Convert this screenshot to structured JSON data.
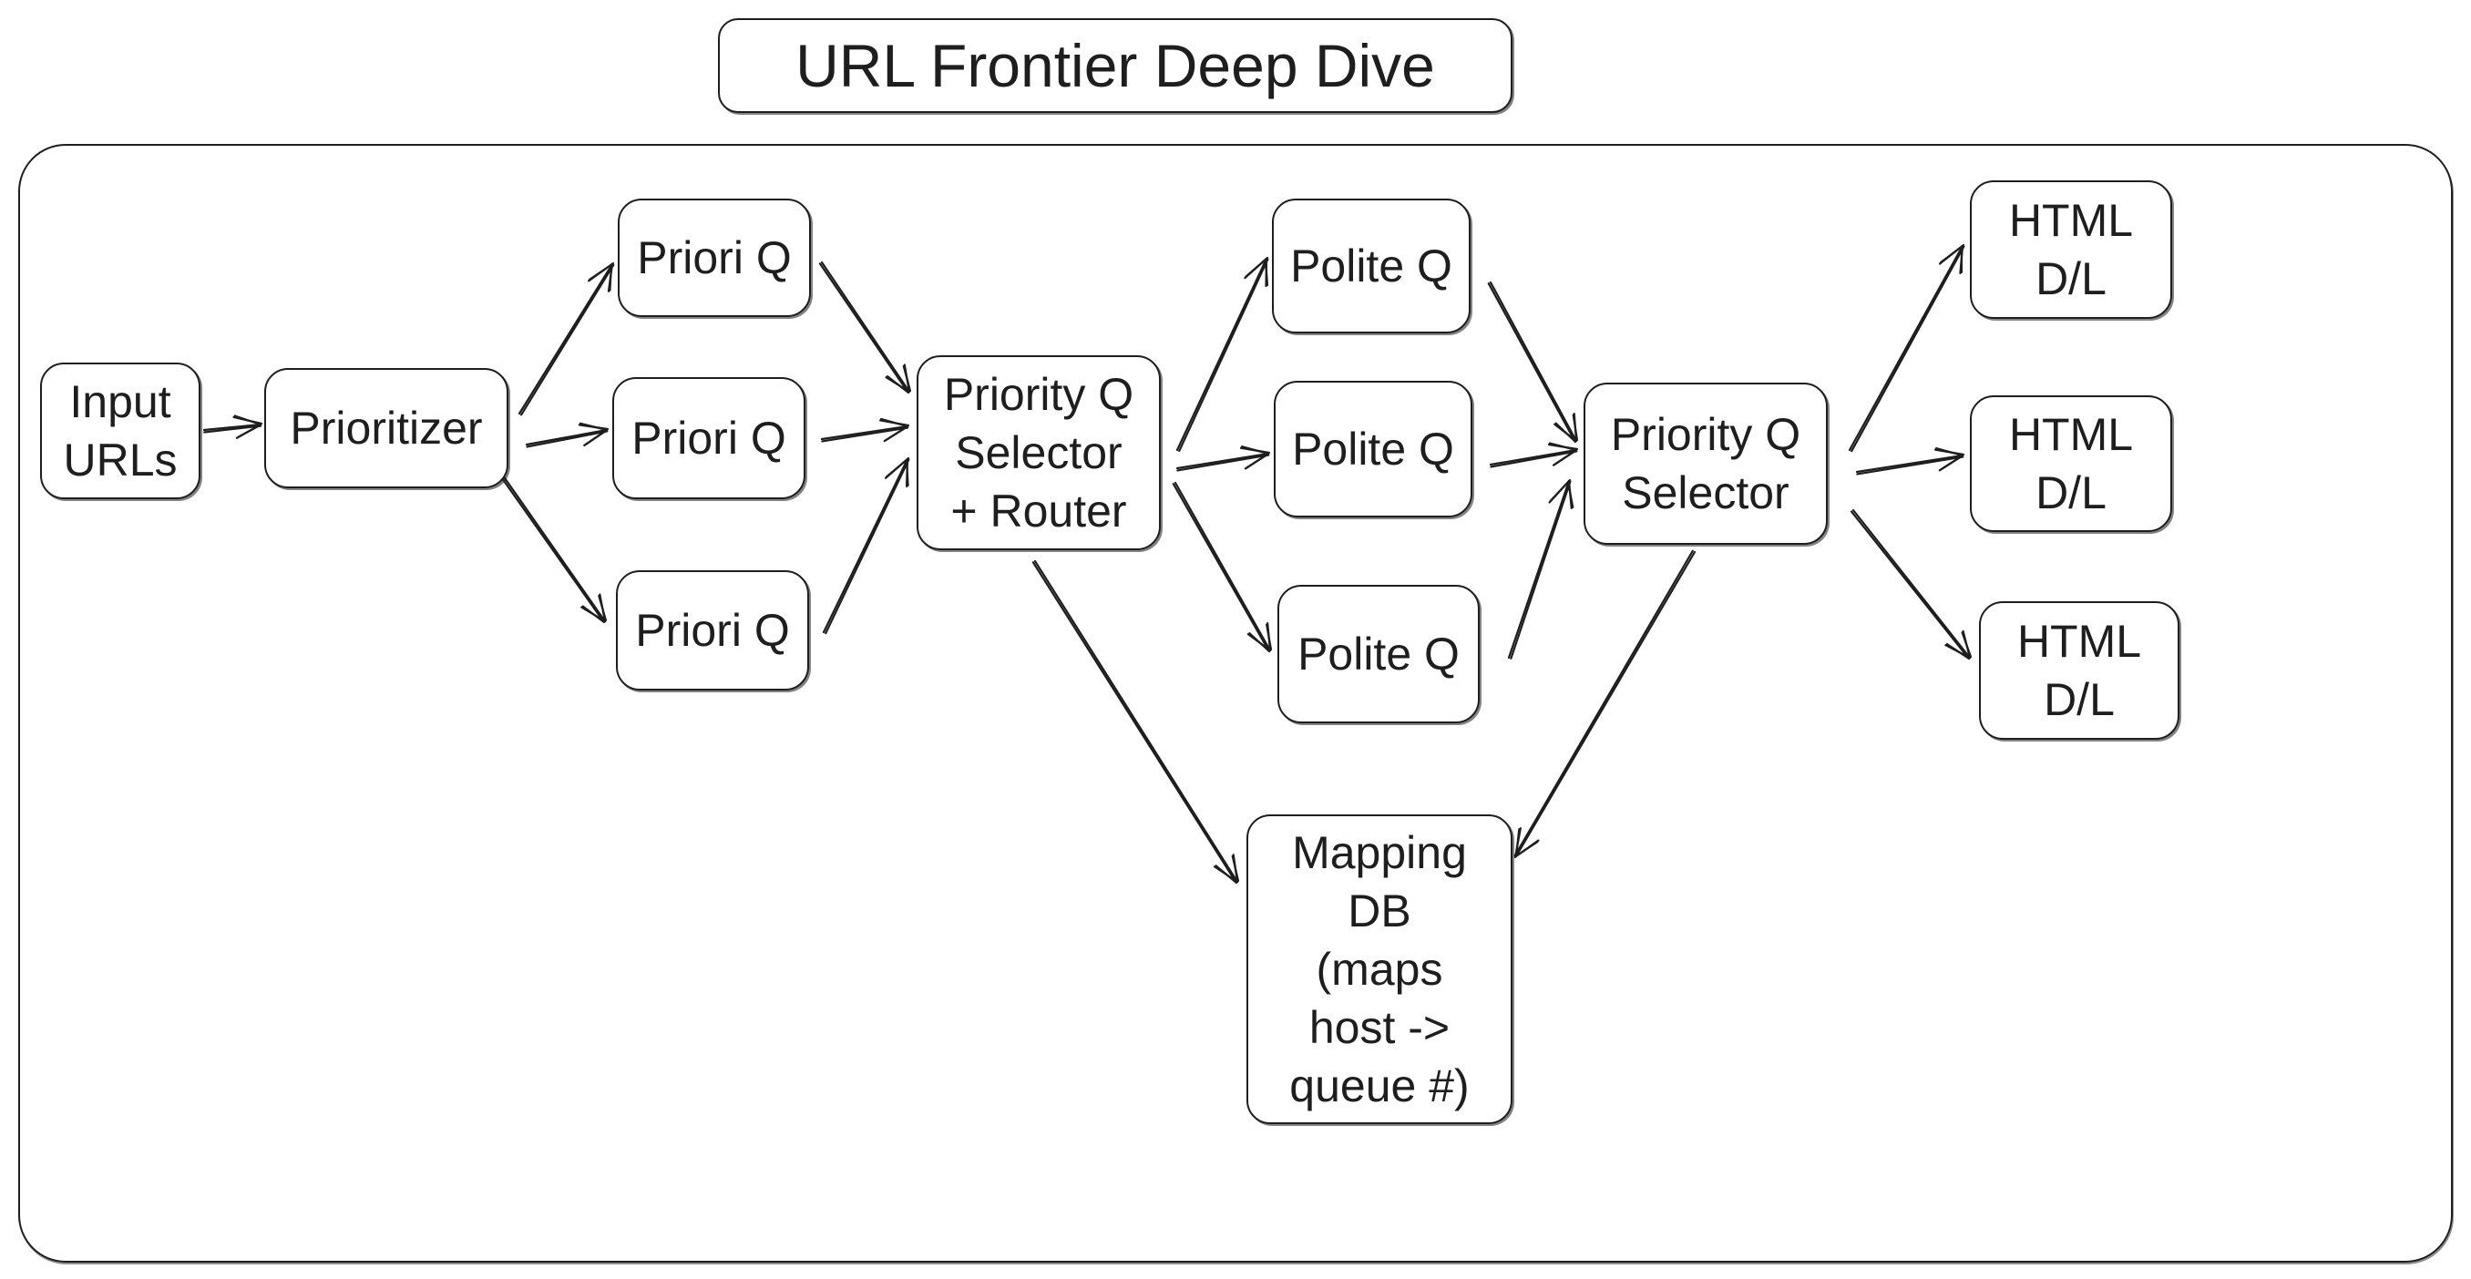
{
  "title": "URL Frontier Deep Dive",
  "nodes": {
    "input": "Input\nURLs",
    "prioritizer": "Prioritizer",
    "priori_q_1": "Priori Q",
    "priori_q_2": "Priori Q",
    "priori_q_3": "Priori Q",
    "selector_router": "Priority Q\nSelector\n+ Router",
    "polite_q_1": "Polite Q",
    "polite_q_2": "Polite Q",
    "polite_q_3": "Polite Q",
    "selector": "Priority Q\nSelector",
    "html_dl_1": "HTML\nD/L",
    "html_dl_2": "HTML\nD/L",
    "html_dl_3": "HTML\nD/L",
    "mapping_db": "Mapping\nDB\n(maps\nhost ->\nqueue #)"
  },
  "edges": [
    {
      "from": "input",
      "to": "prioritizer"
    },
    {
      "from": "prioritizer",
      "to": "priori_q_1"
    },
    {
      "from": "prioritizer",
      "to": "priori_q_2"
    },
    {
      "from": "prioritizer",
      "to": "priori_q_3"
    },
    {
      "from": "priori_q_1",
      "to": "selector_router"
    },
    {
      "from": "priori_q_2",
      "to": "selector_router"
    },
    {
      "from": "priori_q_3",
      "to": "selector_router"
    },
    {
      "from": "selector_router",
      "to": "polite_q_1"
    },
    {
      "from": "selector_router",
      "to": "polite_q_2"
    },
    {
      "from": "selector_router",
      "to": "polite_q_3"
    },
    {
      "from": "selector_router",
      "to": "mapping_db"
    },
    {
      "from": "polite_q_1",
      "to": "selector"
    },
    {
      "from": "polite_q_2",
      "to": "selector"
    },
    {
      "from": "polite_q_3",
      "to": "selector"
    },
    {
      "from": "selector",
      "to": "mapping_db"
    },
    {
      "from": "selector",
      "to": "html_dl_1"
    },
    {
      "from": "selector",
      "to": "html_dl_2"
    },
    {
      "from": "selector",
      "to": "html_dl_3"
    }
  ],
  "colors": {
    "stroke": "#1e1e1e",
    "background": "#ffffff"
  }
}
